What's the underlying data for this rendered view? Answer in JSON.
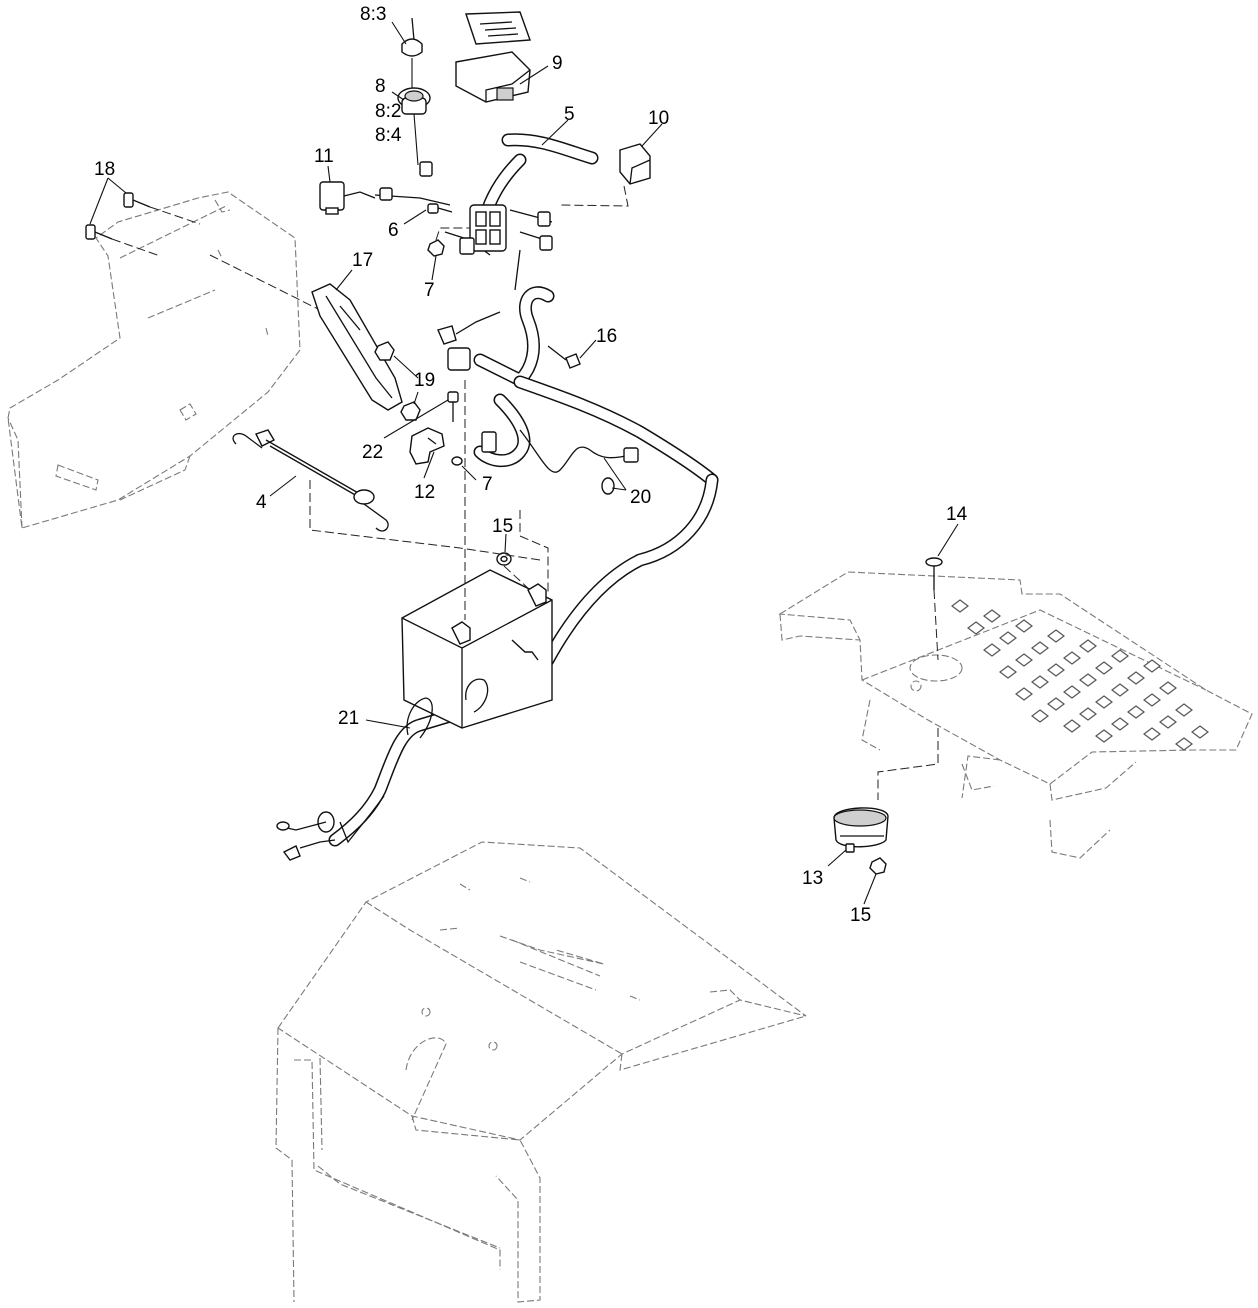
{
  "callouts": [
    {
      "id": "c-8-3",
      "text": "8:3"
    },
    {
      "id": "c-9",
      "text": "9"
    },
    {
      "id": "c-8",
      "text": "8"
    },
    {
      "id": "c-8-2",
      "text": "8:2"
    },
    {
      "id": "c-8-4",
      "text": "8:4"
    },
    {
      "id": "c-5",
      "text": "5"
    },
    {
      "id": "c-10",
      "text": "10"
    },
    {
      "id": "c-11",
      "text": "11"
    },
    {
      "id": "c-18",
      "text": "18"
    },
    {
      "id": "c-6",
      "text": "6"
    },
    {
      "id": "c-7a",
      "text": "7"
    },
    {
      "id": "c-17",
      "text": "17"
    },
    {
      "id": "c-16",
      "text": "16"
    },
    {
      "id": "c-19",
      "text": "19"
    },
    {
      "id": "c-22",
      "text": "22"
    },
    {
      "id": "c-12",
      "text": "12"
    },
    {
      "id": "c-7b",
      "text": "7"
    },
    {
      "id": "c-20",
      "text": "20"
    },
    {
      "id": "c-4",
      "text": "4"
    },
    {
      "id": "c-15a",
      "text": "15"
    },
    {
      "id": "c-14",
      "text": "14"
    },
    {
      "id": "c-21",
      "text": "21"
    },
    {
      "id": "c-13",
      "text": "13"
    },
    {
      "id": "c-15b",
      "text": "15"
    }
  ]
}
